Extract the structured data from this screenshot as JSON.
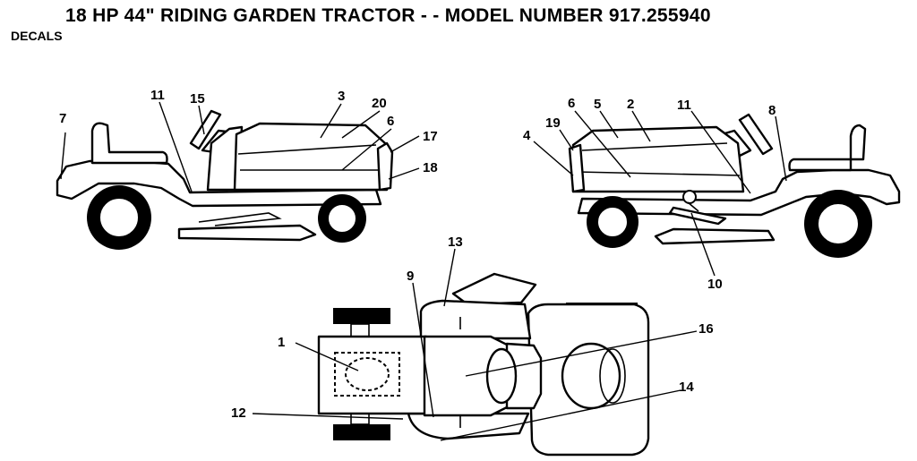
{
  "header": {
    "title": "18 HP 44\" RIDING GARDEN TRACTOR  - - MODEL NUMBER  917.255940",
    "subtitle": "DECALS"
  },
  "callouts": {
    "c1": "1",
    "c2": "2",
    "c3": "3",
    "c4": "4",
    "c5": "5",
    "c6a": "6",
    "c6b": "6",
    "c7": "7",
    "c8": "8",
    "c9": "9",
    "c10": "10",
    "c11a": "11",
    "c11b": "11",
    "c12": "12",
    "c13": "13",
    "c14": "14",
    "c15": "15",
    "c16": "16",
    "c17": "17",
    "c18": "18",
    "c19": "19",
    "c20": "20"
  }
}
